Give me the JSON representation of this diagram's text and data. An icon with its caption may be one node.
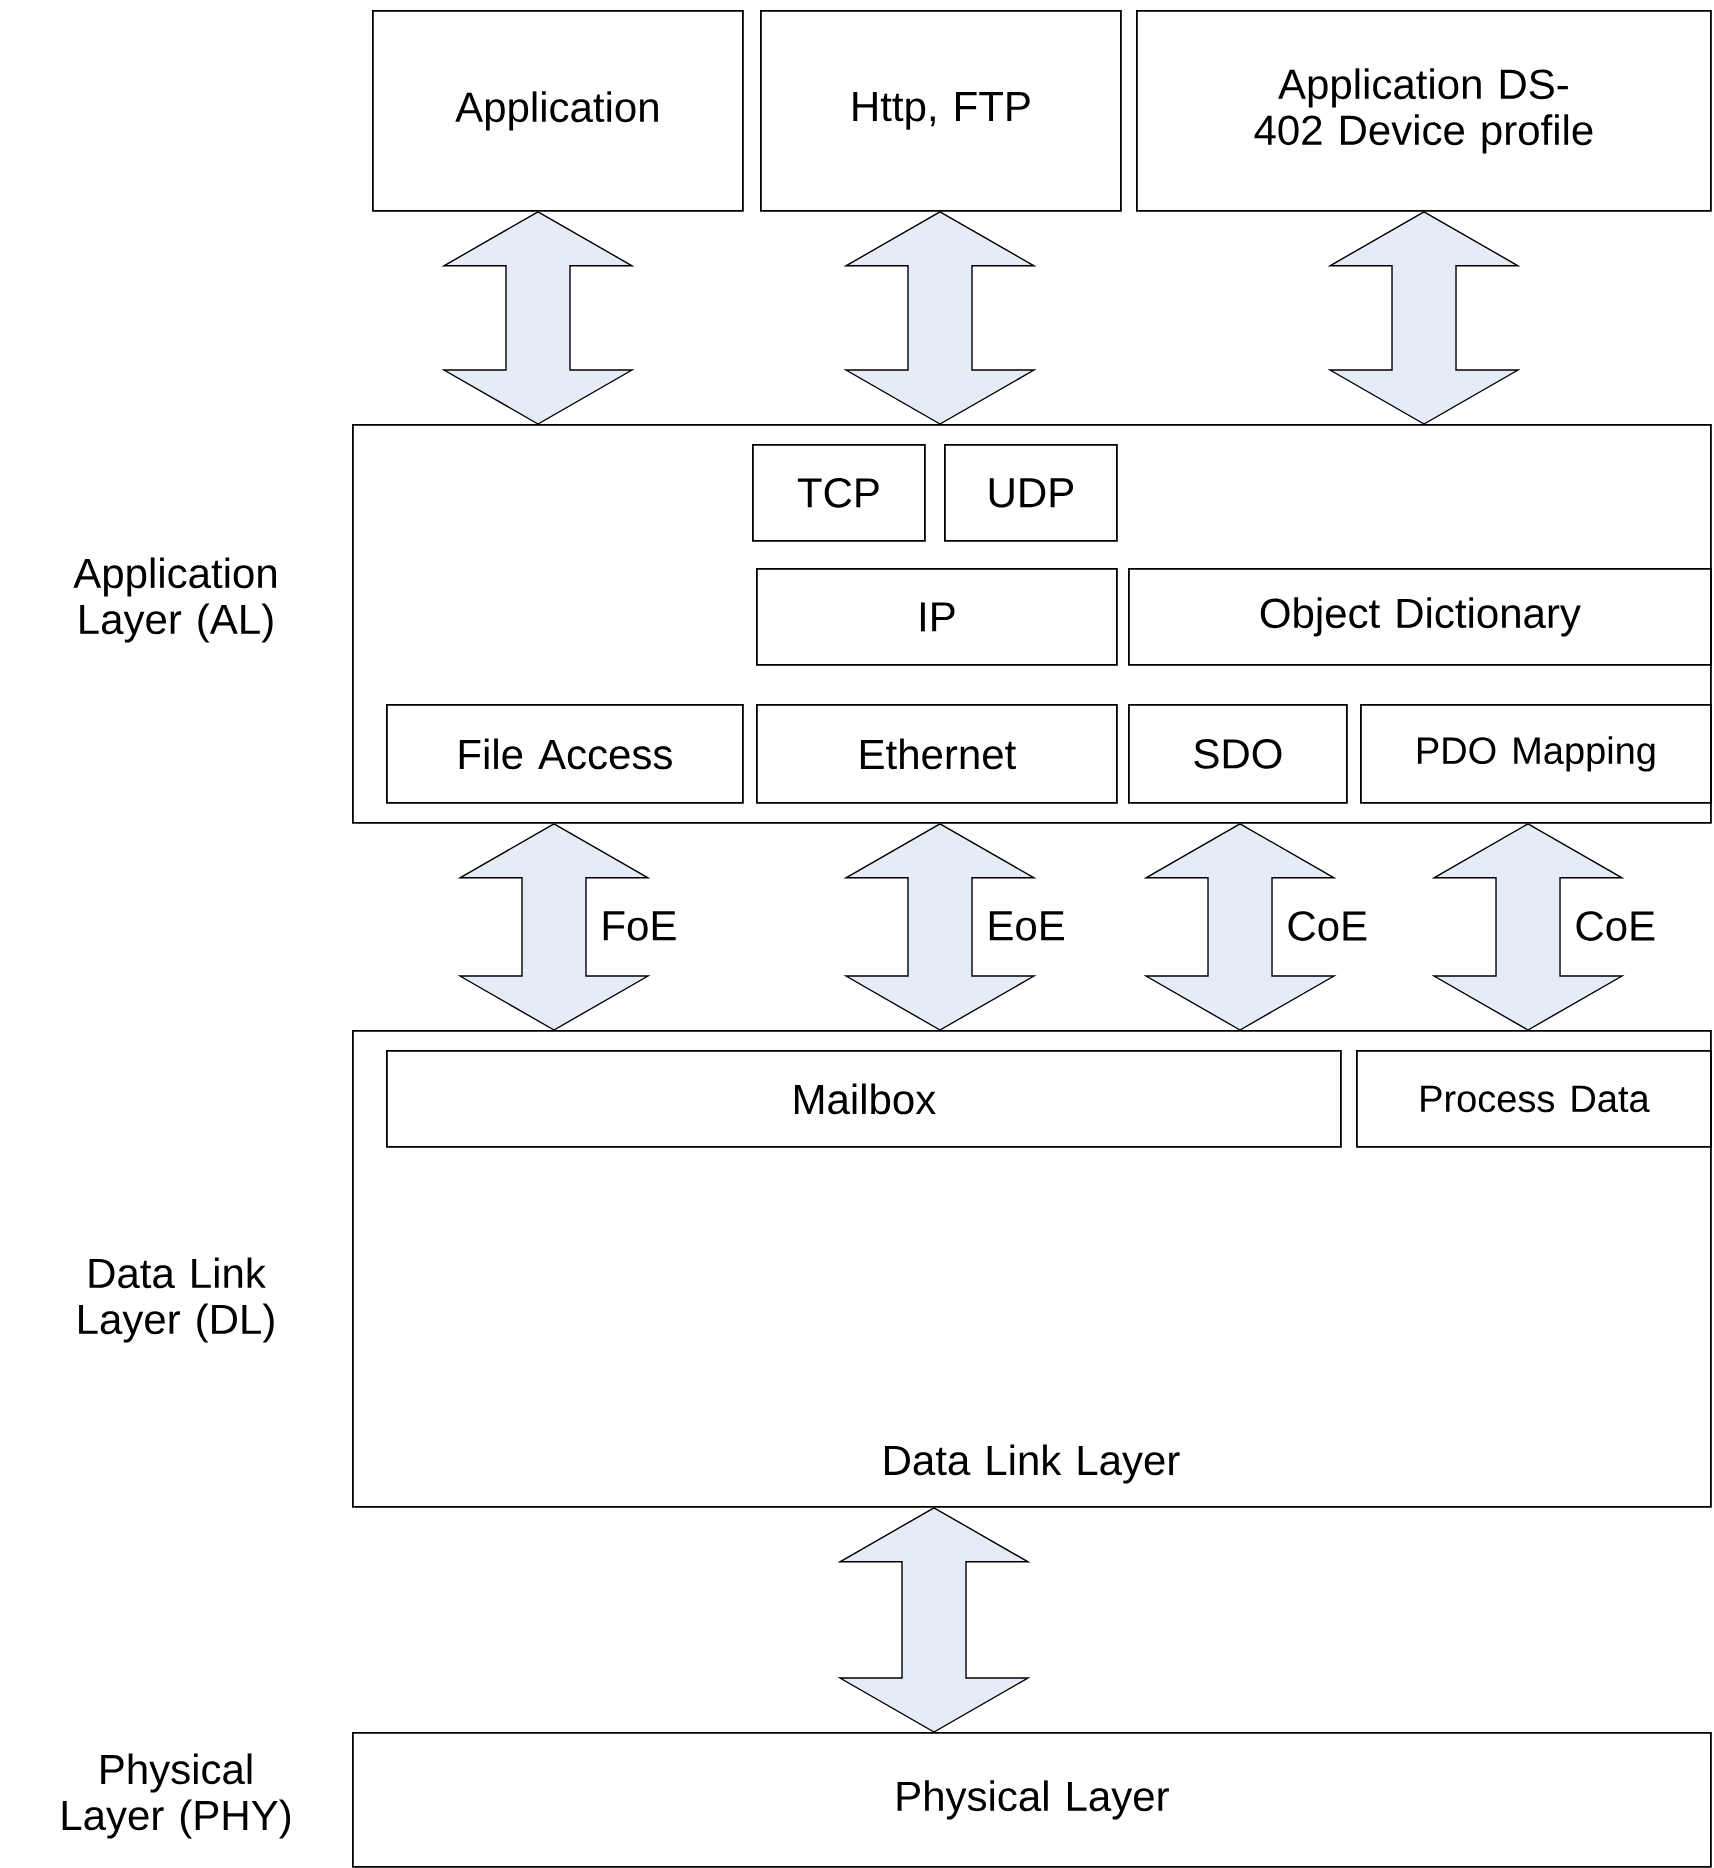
{
  "diagram": {
    "nodes": [
      {
        "text": [
          "Application"
        ]
      },
      {
        "text": [
          "Http, FTP"
        ]
      },
      {
        "text": [
          "Application DS-402 Device profile"
        ]
      },
      {
        "text": [
          "Application Layer (AL)"
        ]
      },
      {
        "text": [
          "TCP"
        ],
        "in": 3
      },
      {
        "text": [
          "UDP"
        ],
        "in": 3
      },
      {
        "text": [
          "IP"
        ],
        "in": 3
      },
      {
        "text": [
          "Object Dictionary"
        ],
        "in": 3
      },
      {
        "text": [
          "File Access"
        ],
        "in": 3
      },
      {
        "text": [
          "Ethernet"
        ],
        "in": 3
      },
      {
        "text": [
          "SDO"
        ],
        "in": 3
      },
      {
        "text": [
          "PDO Mapping"
        ],
        "in": 3
      },
      {
        "text": [
          "Data Link Layer (DL)",
          "Data Link Layer"
        ]
      },
      {
        "text": [
          "Mailbox"
        ],
        "in": 12
      },
      {
        "text": [
          "Process Data"
        ],
        "in": 12
      },
      {
        "text": [
          "Physical Layer (PHY)",
          "Physical Layer"
        ]
      }
    ],
    "edges": [
      {
        "from": 0,
        "to": 3,
        "arrow": "both"
      },
      {
        "from": 1,
        "to": 3,
        "arrow": "both"
      },
      {
        "from": 2,
        "to": 3,
        "arrow": "both"
      },
      {
        "from": 3,
        "to": 12,
        "arrow": "both",
        "label": "FoE"
      },
      {
        "from": 3,
        "to": 12,
        "arrow": "both",
        "label": "EoE"
      },
      {
        "from": 3,
        "to": 12,
        "arrow": "both",
        "label": "CoE"
      },
      {
        "from": 3,
        "to": 12,
        "arrow": "both",
        "label": "CoE"
      },
      {
        "from": 12,
        "to": 15,
        "arrow": "both"
      }
    ]
  }
}
